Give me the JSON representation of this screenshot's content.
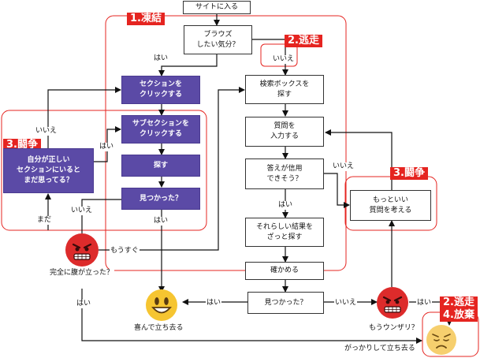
{
  "nodes": {
    "site_enter": "サイトに入る",
    "browse": "ブラウズ\nしたい気分？",
    "click_section": "セクションを\nクリックする",
    "click_subsection": "サブセクションを\nクリックする",
    "search": "探す",
    "found1": "見つかった？",
    "still_right": "自分が正しい\nセクションにいると\nまだ思ってる？",
    "search_box": "検索ボックスを\n探す",
    "enter_question": "質問を\n入力する",
    "answer_trust": "答えが信用\nできそう？",
    "better_results": "それらしい結果を\nざっと探す",
    "check": "確かめる",
    "found2": "見つかった？",
    "better_question": "もっといい\n質問を考える"
  },
  "tags": {
    "freeze": "1.凍結",
    "escape_top": "2.逃走",
    "fight_left": "3.闘争",
    "fight_right": "3.闘争",
    "escape_quit": "2.逃走\n4.放棄"
  },
  "edge_labels": {
    "browse_yes": "はい",
    "browse_no": "いいえ",
    "still_no": "いいえ",
    "still_yes": "はい",
    "found1_no": "いいえ",
    "found1_yes": "はい",
    "not_yet": "まだ",
    "soon": "もうすぐ",
    "angry_yes": "はい",
    "trust_no": "いいえ",
    "trust_yes": "はい",
    "found2_yes": "はい",
    "found2_no": "いいえ",
    "fed_up_yes": "はい"
  },
  "captions": {
    "angry_question": "完全に腹が立った？",
    "happy_leave": "喜んで立ち去る",
    "fed_up": "もうウンザリ？",
    "disappointed_leave": "がっかりして立ち去る"
  },
  "colors": {
    "accent_red": "#e52420",
    "node_purple": "#5b4aa6"
  }
}
